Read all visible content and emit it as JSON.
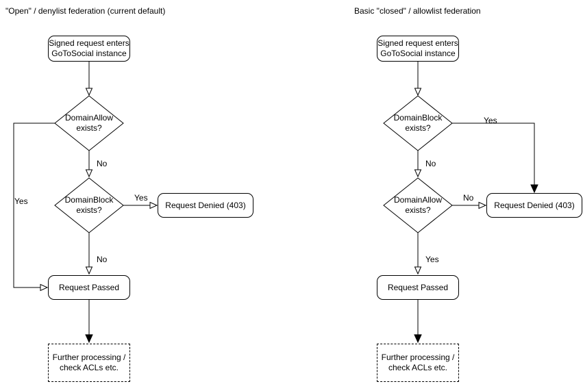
{
  "left": {
    "title": "\"Open\" / denylist federation (current default)",
    "start": "Signed request enters\nGoToSocial instance",
    "decision1": "DomainAllow\nexists?",
    "decision1_yes": "Yes",
    "decision1_no": "No",
    "decision2": "DomainBlock\nexists?",
    "decision2_yes": "Yes",
    "decision2_no": "No",
    "denied": "Request Denied (403)",
    "passed": "Request Passed",
    "further": "Further processing /\ncheck ACLs etc."
  },
  "right": {
    "title": "Basic \"closed\" / allowlist federation",
    "start": "Signed request enters\nGoToSocial instance",
    "decision1": "DomainBlock\nexists?",
    "decision1_yes": "Yes",
    "decision1_no": "No",
    "decision2": "DomainAllow\nexists?",
    "decision2_yes": "Yes",
    "decision2_no": "No",
    "denied": "Request Denied (403)",
    "passed": "Request Passed",
    "further": "Further processing /\ncheck ACLs etc."
  },
  "colors": {
    "line": "#000000",
    "text": "#000000",
    "background": "#ffffff"
  }
}
